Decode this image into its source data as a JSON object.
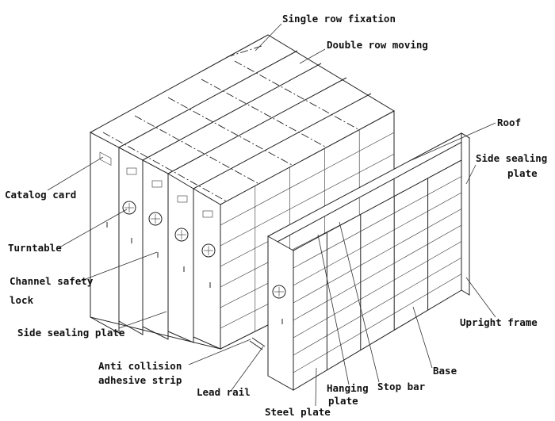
{
  "labels": {
    "single_row_fixation": "Single row fixation",
    "double_row_moving": "Double row moving",
    "roof": "Roof",
    "side_sealing_plate_right_1": "Side sealing",
    "side_sealing_plate_right_2": "plate",
    "catalog_card": "Catalog card",
    "turntable": "Turntable",
    "channel_safety_lock_1": "Channel safety",
    "channel_safety_lock_2": "lock",
    "side_sealing_plate_left": "Side sealing plate",
    "upright_frame": "Upright frame",
    "anti_collision_1": "Anti collision",
    "anti_collision_2": "adhesive strip",
    "base": "Base",
    "lead_rail": "Lead rail",
    "hanging_plate_1": "Hanging",
    "hanging_plate_2": "plate",
    "stop_bar": "Stop bar",
    "steel_plate": "Steel plate"
  }
}
